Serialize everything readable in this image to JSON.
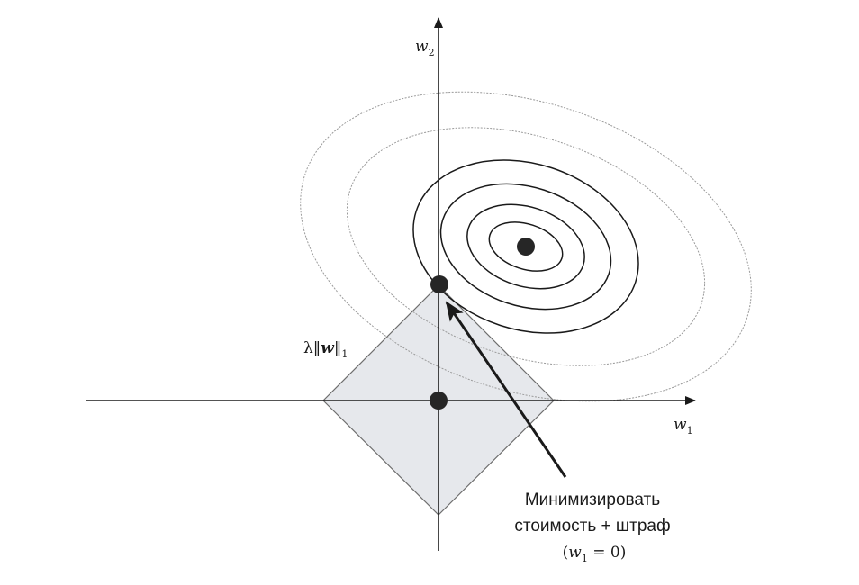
{
  "axes": {
    "x_label_main": "w",
    "x_label_sub": "1",
    "y_label_main": "w",
    "y_label_sub": "2"
  },
  "norm_label": {
    "lambda": "λ",
    "bars_left": "‖",
    "w": "w",
    "bars_right": "‖",
    "sub": "1"
  },
  "annotation": {
    "line1": "Минимизировать",
    "line2": "стоимость + штраф",
    "eq_open": "(",
    "eq_w": "w",
    "eq_sub": "1",
    "eq_rest": " = 0)"
  },
  "colors": {
    "axis": "#1a1a1a",
    "diamond_fill": "#e6e8ec",
    "diamond_stroke": "#6e6e6e",
    "contour_dark": "#1a1a1a",
    "contour_light": "#9a9a9a",
    "point": "#262626"
  }
}
